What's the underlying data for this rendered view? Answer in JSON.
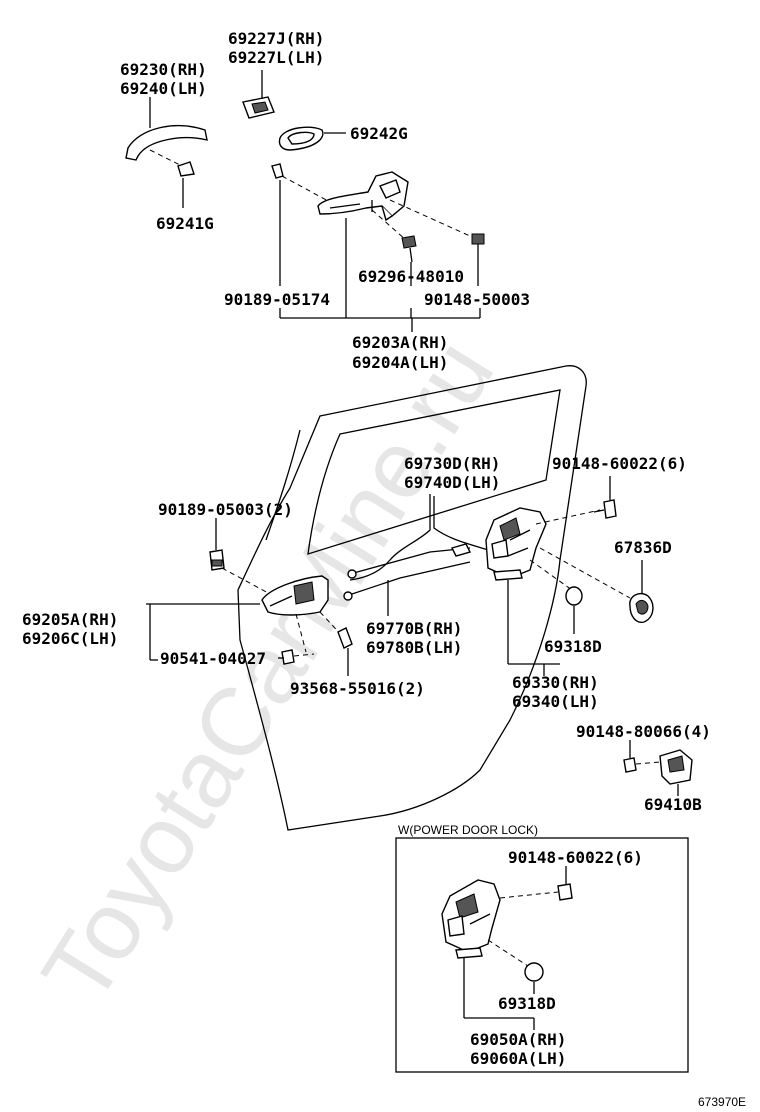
{
  "watermark": "ToyotaCarMine.ru",
  "diagram_id": "673970E",
  "box_title": "W(POWER DOOR LOCK)",
  "labels": {
    "p69227": [
      "69227J(RH)",
      "69227L(LH)"
    ],
    "p69230": [
      "69230(RH)",
      "69240(LH)"
    ],
    "p69242G": "69242G",
    "p69241G": "69241G",
    "p69296": "69296-48010",
    "p90189_05174": "90189-05174",
    "p90148_50003": "90148-50003",
    "p69203A": [
      "69203A(RH)",
      "69204A(LH)"
    ],
    "p69730D": [
      "69730D(RH)",
      "69740D(LH)"
    ],
    "p90148_60022": "90148-60022(6)",
    "p90189_05003": "90189-05003(2)",
    "p67836D": "67836D",
    "p69205A": [
      "69205A(RH)",
      "69206C(LH)"
    ],
    "p69770B": [
      "69770B(RH)",
      "69780B(LH)"
    ],
    "p69318D": "69318D",
    "p90541": "90541-04027",
    "p93568": "93568-55016(2)",
    "p69330": [
      "69330(RH)",
      "69340(LH)"
    ],
    "p90148_80066": "90148-80066(4)",
    "p69410B": "69410B",
    "box_90148_60022": "90148-60022(6)",
    "box_69318D": "69318D",
    "box_69050A": [
      "69050A(RH)",
      "69060A(LH)"
    ]
  }
}
